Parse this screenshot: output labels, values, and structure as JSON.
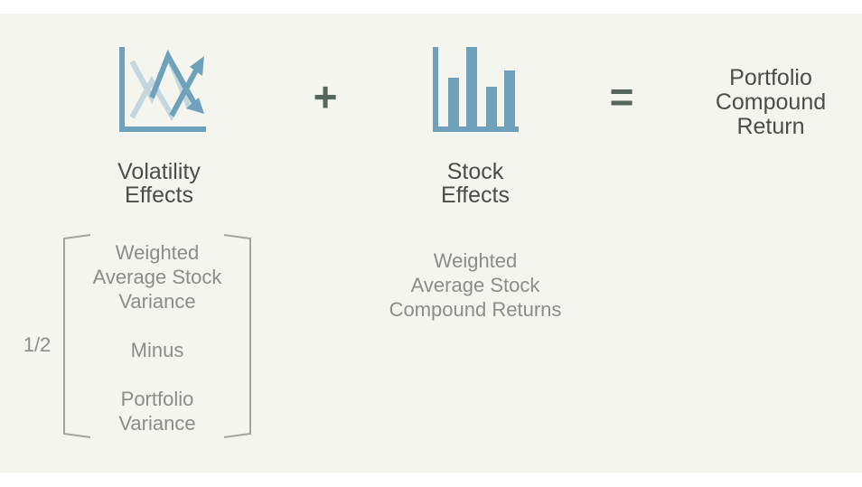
{
  "operators": {
    "plus": "+",
    "equals": "="
  },
  "volatility": {
    "icon": "volatility-chart-icon",
    "title_line1": "Volatility",
    "title_line2": "Effects",
    "factor": "1/2",
    "term1": [
      "Weighted",
      "Average Stock",
      "Variance"
    ],
    "minus": "Minus",
    "term2": [
      "Portfolio",
      "Variance"
    ]
  },
  "stock": {
    "icon": "bar-chart-icon",
    "title_line1": "Stock",
    "title_line2": "Effects",
    "term": [
      "Weighted",
      "Average Stock",
      "Compound Returns"
    ]
  },
  "result": {
    "lines": [
      "Portfolio",
      "Compound",
      "Return"
    ]
  },
  "colors": {
    "background": "#f3f5ee",
    "icon_blue": "#6fa1bb",
    "icon_light": "#c4d6de",
    "operator": "#56665a",
    "title_text": "#4a4d4c",
    "body_text": "#8a8d8c",
    "bracket": "#a3a5a4"
  }
}
